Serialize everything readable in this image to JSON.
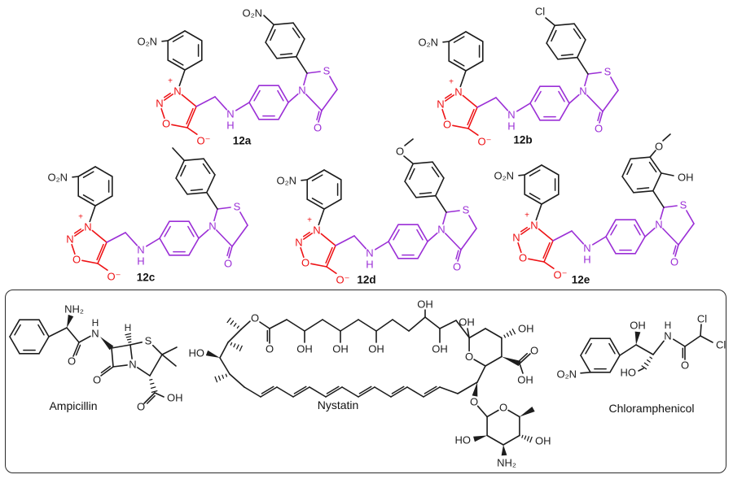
{
  "colors": {
    "sydnone_red": "#ee1316",
    "hybrid_purple": "#9b2fd6",
    "bond_black": "#1d1d1d",
    "caption_black": "#111111",
    "box_border": "#2b2b2b",
    "background": "#ffffff"
  },
  "atom_labels": {
    "o2n": "O₂N",
    "n": "N",
    "plus": "+",
    "o": "O",
    "o_minus": "O⁻",
    "h": "H",
    "s": "S",
    "cl": "Cl",
    "oh": "OH",
    "ho": "HO",
    "nh2": "NH₂"
  },
  "compounds": [
    {
      "id": "12a"
    },
    {
      "id": "12b"
    },
    {
      "id": "12c"
    },
    {
      "id": "12d"
    },
    {
      "id": "12e"
    }
  ],
  "drugs": [
    {
      "name": "Ampicillin"
    },
    {
      "name": "Nystatin"
    },
    {
      "name": "Chloramphenicol"
    }
  ]
}
